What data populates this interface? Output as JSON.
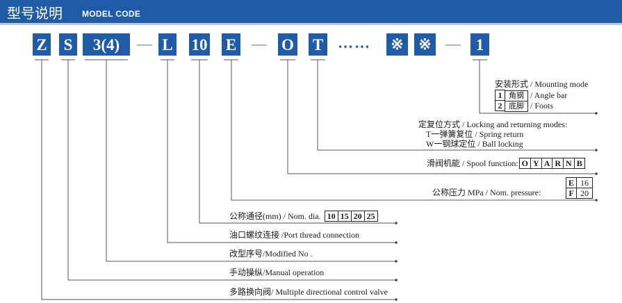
{
  "header": {
    "title_zh": "型号说明",
    "title_en": "MODEL CODE"
  },
  "code_boxes": [
    "Z",
    "S",
    "3(4)",
    "L",
    "10",
    "E",
    "O",
    "T",
    "※",
    "※",
    "1"
  ],
  "separators": [
    "—",
    "—",
    "—",
    "—"
  ],
  "dots": "……",
  "mounting": {
    "title": "安装形式 / Mounting mode",
    "options": [
      {
        "code": "1",
        "name": "角钢",
        "desc": "/ Angle bar"
      },
      {
        "code": "2",
        "name": "底脚",
        "desc": "/ Foots"
      }
    ]
  },
  "locking": {
    "title": "定复位方式 / Locking and returning modes:",
    "line1": "T一弹簧复位 / Spring return",
    "line2": "W一钢球定位 / Ball locking"
  },
  "spool": {
    "label": "滑阀机能 / Spool function:",
    "options": [
      "O",
      "Y",
      "A",
      "R",
      "N",
      "B"
    ]
  },
  "pressure": {
    "label": "公称压力 MPa / Nom. pressure:",
    "options": [
      {
        "code": "E",
        "value": "16"
      },
      {
        "code": "F",
        "value": "20"
      }
    ]
  },
  "diameter": {
    "label": "公称通径(mm) / Nom. dia.",
    "options": [
      "10",
      "15",
      "20",
      "25"
    ]
  },
  "port": {
    "label": "油口螺纹连接 /Port thread connection"
  },
  "modified": {
    "label": "改型序号/Modified No ."
  },
  "manual": {
    "label": "手动操纵/Manual operation"
  },
  "valve": {
    "label": "多路换向阀/ Multiple directional control valve"
  }
}
